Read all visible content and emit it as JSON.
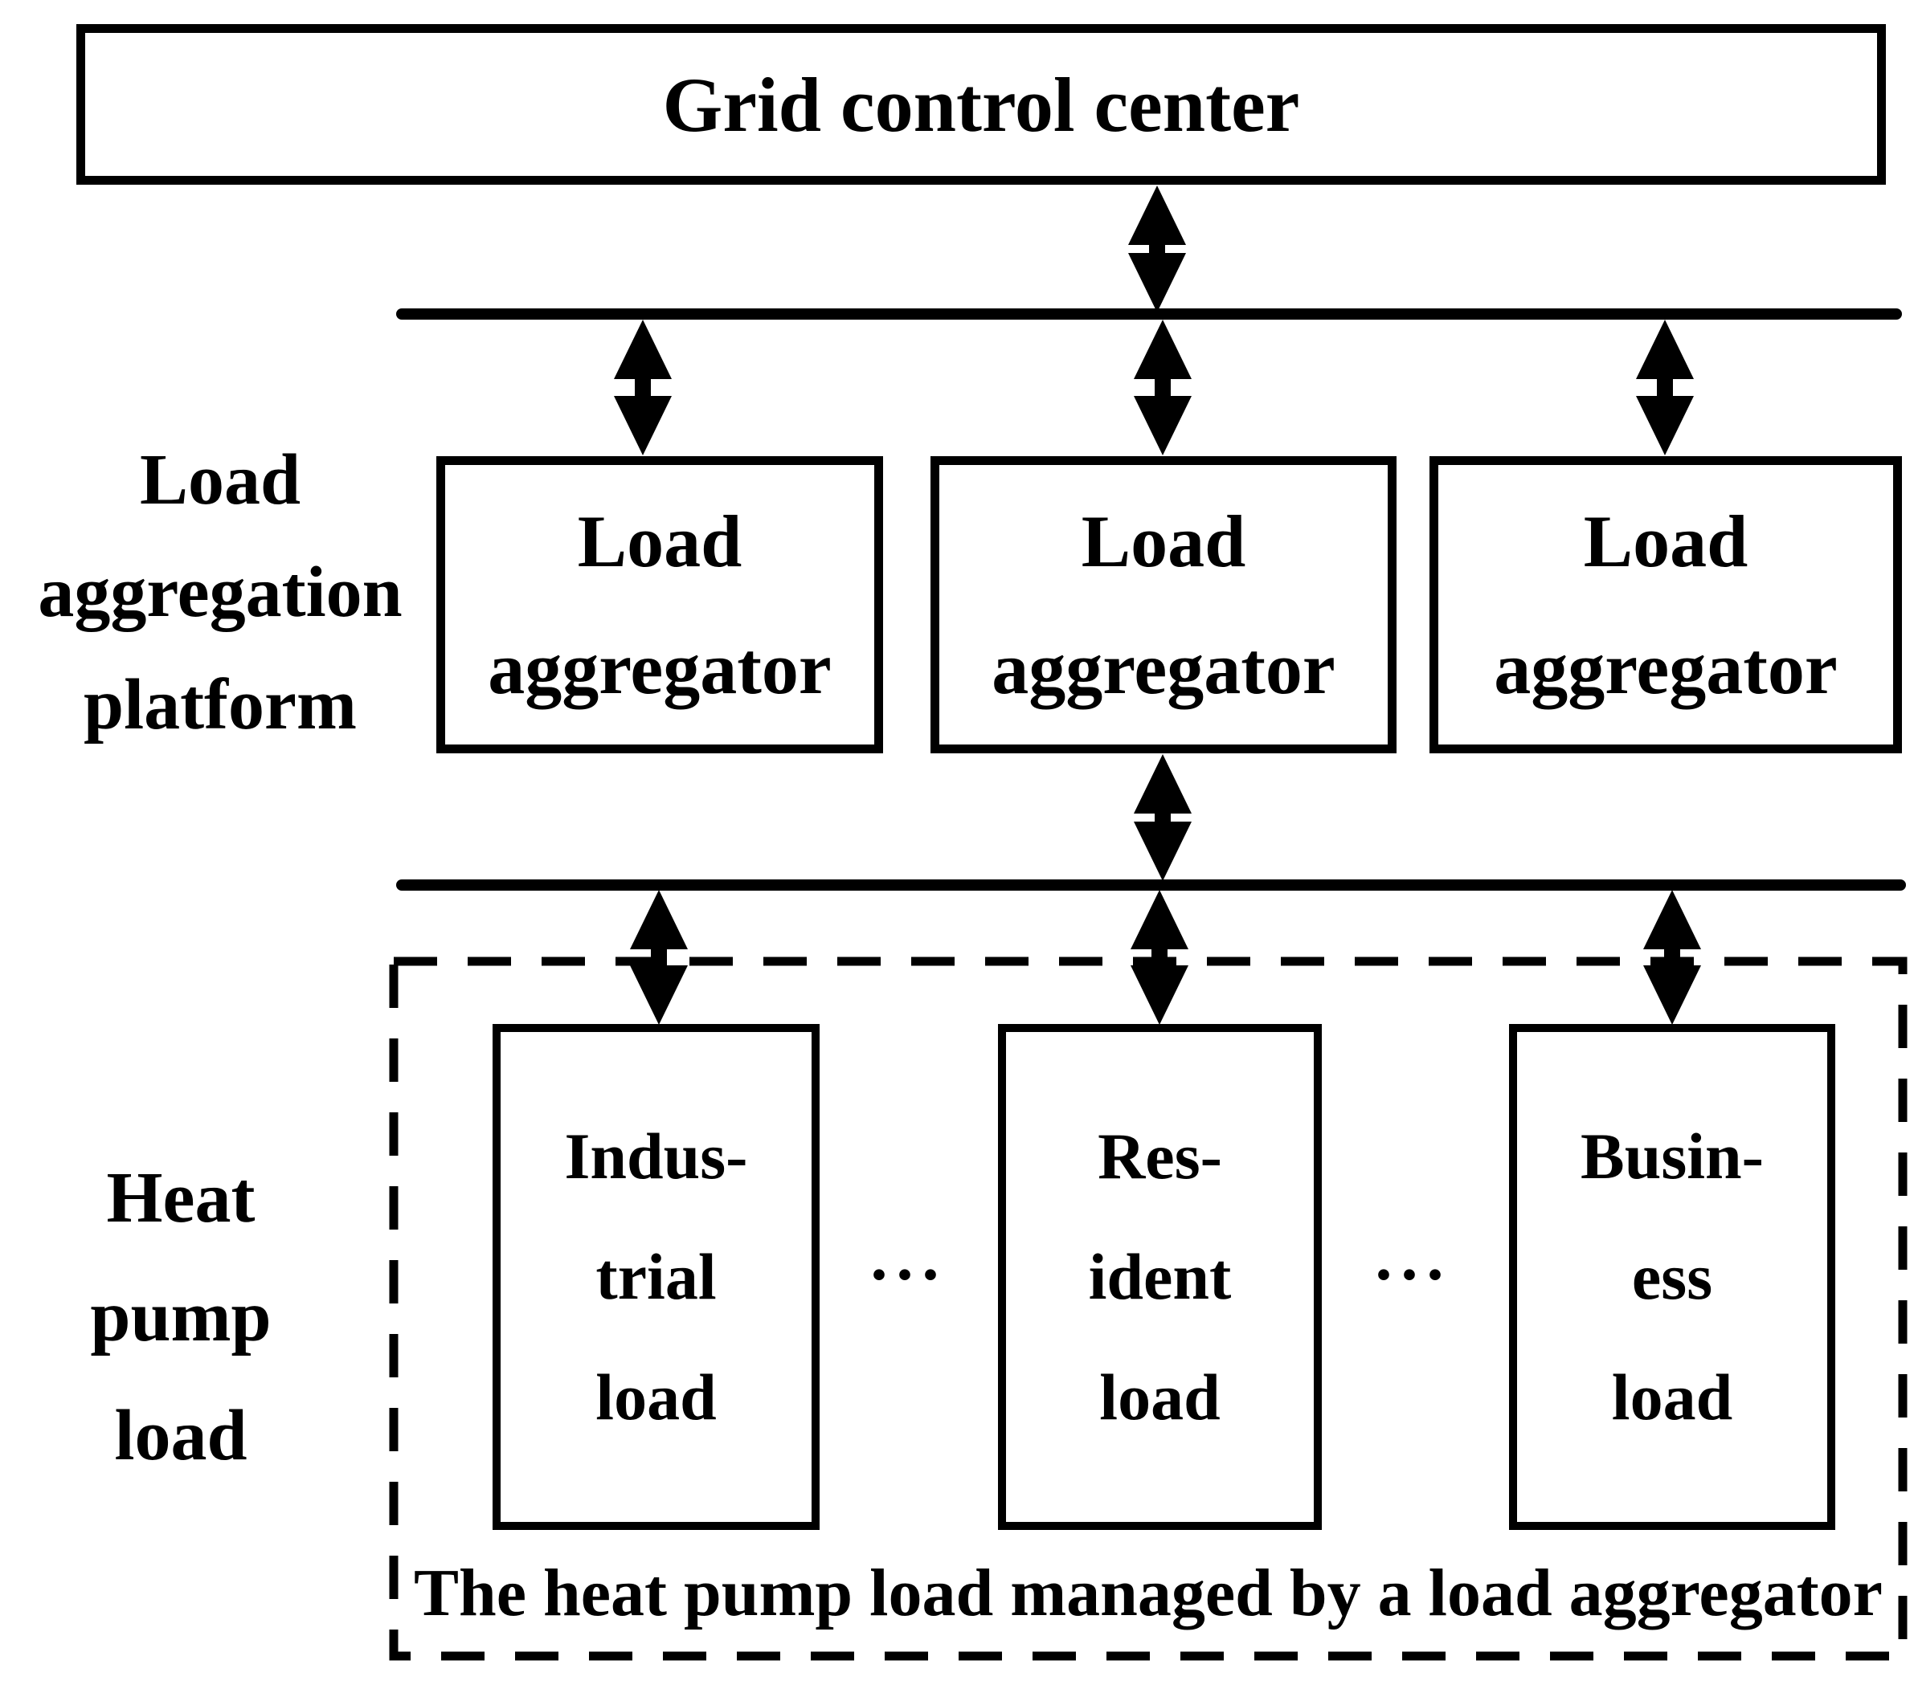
{
  "colors": {
    "ink": "#000000",
    "background": "#ffffff"
  },
  "diagram": {
    "grid_control_center": {
      "label": "Grid control center"
    },
    "platform_label": {
      "line1": "Load",
      "line2": "aggregation",
      "line3": "platform"
    },
    "heat_pump_label": {
      "line1": "Heat",
      "line2": "pump",
      "line3": "load"
    },
    "aggregators": [
      {
        "line1": "Load",
        "line2": "aggregator"
      },
      {
        "line1": "Load",
        "line2": "aggregator"
      },
      {
        "line1": "Load",
        "line2": "aggregator"
      }
    ],
    "loads": [
      {
        "line1": "Indus-",
        "line2": "trial",
        "line3": "load"
      },
      {
        "line1": "Res-",
        "line2": "ident",
        "line3": "load"
      },
      {
        "line1": "Busin-",
        "line2": "ess",
        "line3": "load"
      }
    ],
    "ellipsis": "···",
    "caption": "The heat pump load managed by a load aggregator"
  }
}
